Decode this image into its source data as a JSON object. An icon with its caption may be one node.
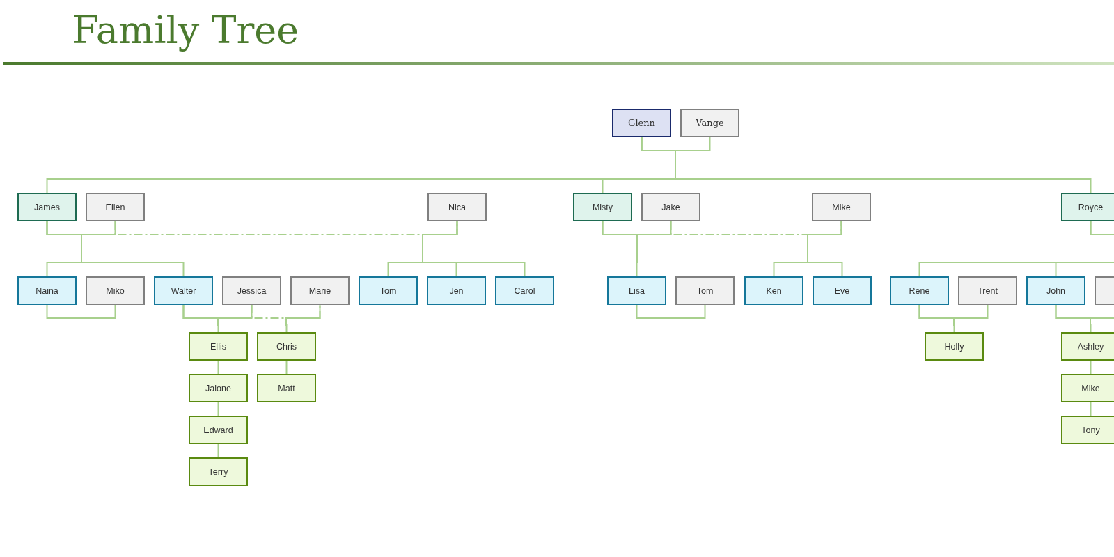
{
  "diagram": {
    "title": "Family Tree",
    "nodes": [
      {
        "text": [
          "Glenn"
        ]
      },
      {
        "text": [
          "Vange"
        ]
      },
      {
        "text": [
          "James"
        ]
      },
      {
        "text": [
          "Ellen"
        ]
      },
      {
        "text": [
          "Nica"
        ]
      },
      {
        "text": [
          "Misty"
        ]
      },
      {
        "text": [
          "Jake"
        ]
      },
      {
        "text": [
          "Mike"
        ]
      },
      {
        "text": [
          "Royce"
        ]
      },
      {
        "text": [
          "Naina"
        ]
      },
      {
        "text": [
          "Miko"
        ]
      },
      {
        "text": [
          "Walter"
        ]
      },
      {
        "text": [
          "Jessica"
        ]
      },
      {
        "text": [
          "Marie"
        ]
      },
      {
        "text": [
          "Tom"
        ]
      },
      {
        "text": [
          "Jen"
        ]
      },
      {
        "text": [
          "Carol"
        ]
      },
      {
        "text": [
          "Lisa"
        ]
      },
      {
        "text": [
          "Tom"
        ]
      },
      {
        "text": [
          "Ken"
        ]
      },
      {
        "text": [
          "Eve"
        ]
      },
      {
        "text": [
          "Rene"
        ]
      },
      {
        "text": [
          "Trent"
        ]
      },
      {
        "text": [
          "John"
        ]
      },
      {
        "text": [],
        "shape": "box"
      },
      {
        "text": [
          "Ellis"
        ]
      },
      {
        "text": [
          "Chris"
        ]
      },
      {
        "text": [
          "Holly"
        ]
      },
      {
        "text": [
          "Ashley"
        ]
      },
      {
        "text": [
          "Jaione"
        ]
      },
      {
        "text": [
          "Matt"
        ]
      },
      {
        "text": [
          "Mike"
        ]
      },
      {
        "text": [
          "Edward"
        ]
      },
      {
        "text": [
          "Tony"
        ]
      },
      {
        "text": [
          "Terry"
        ]
      }
    ],
    "edges": [
      {
        "from": 0,
        "to": 1,
        "arrow": "none"
      },
      {
        "from": 0,
        "to": 2,
        "arrow": "none"
      },
      {
        "from": 0,
        "to": 5,
        "arrow": "none"
      },
      {
        "from": 0,
        "to": 8,
        "arrow": "none"
      },
      {
        "from": 2,
        "to": 3,
        "arrow": "none"
      },
      {
        "from": 3,
        "to": 4,
        "arrow": "none",
        "style": "dashed"
      },
      {
        "from": 2,
        "to": 9,
        "arrow": "none"
      },
      {
        "from": 2,
        "to": 11,
        "arrow": "none"
      },
      {
        "from": 4,
        "to": 14,
        "arrow": "none"
      },
      {
        "from": 4,
        "to": 15,
        "arrow": "none"
      },
      {
        "from": 4,
        "to": 16,
        "arrow": "none"
      },
      {
        "from": 5,
        "to": 6,
        "arrow": "none"
      },
      {
        "from": 6,
        "to": 7,
        "arrow": "none",
        "style": "dashed"
      },
      {
        "from": 5,
        "to": 17,
        "arrow": "none"
      },
      {
        "from": 7,
        "to": 19,
        "arrow": "none"
      },
      {
        "from": 7,
        "to": 20,
        "arrow": "none"
      },
      {
        "from": 8,
        "to": 21,
        "arrow": "none"
      },
      {
        "from": 8,
        "to": 23,
        "arrow": "none"
      },
      {
        "from": 9,
        "to": 10,
        "arrow": "none"
      },
      {
        "from": 11,
        "to": 12,
        "arrow": "none"
      },
      {
        "from": 12,
        "to": 13,
        "arrow": "none",
        "style": "dashed"
      },
      {
        "from": 11,
        "to": 25,
        "arrow": "none"
      },
      {
        "from": 13,
        "to": 26,
        "arrow": "none"
      },
      {
        "from": 17,
        "to": 18,
        "arrow": "none"
      },
      {
        "from": 21,
        "to": 22,
        "arrow": "none"
      },
      {
        "from": 21,
        "to": 27,
        "arrow": "none"
      },
      {
        "from": 23,
        "to": 24,
        "arrow": "none"
      },
      {
        "from": 23,
        "to": 28,
        "arrow": "none"
      },
      {
        "from": 25,
        "to": 29,
        "arrow": "none"
      },
      {
        "from": 29,
        "to": 32,
        "arrow": "none"
      },
      {
        "from": 32,
        "to": 34,
        "arrow": "none"
      },
      {
        "from": 26,
        "to": 30,
        "arrow": "none"
      },
      {
        "from": 28,
        "to": 31,
        "arrow": "none"
      },
      {
        "from": 31,
        "to": 33,
        "arrow": "none"
      }
    ]
  }
}
